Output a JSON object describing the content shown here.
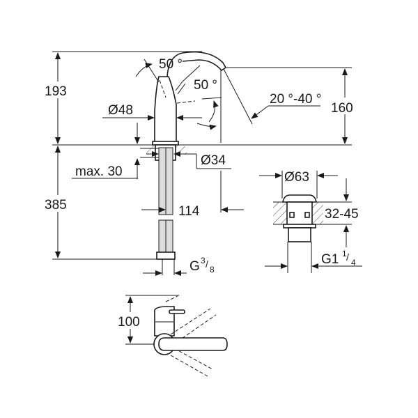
{
  "title": "Basin mixer dimension drawing",
  "dimensions": {
    "height_total": "193",
    "height_spout": "160",
    "below_deck": "385",
    "lever_angle_1": "50 °",
    "lever_angle_2": "50 °",
    "spout_swivel": "20 °-40 °",
    "body_diameter": "Ø48",
    "hole_diameter": "Ø34",
    "deck_thickness": "max. 30",
    "reach": "114",
    "connection": "G",
    "connection_frac_num": "3",
    "connection_frac_den": "8",
    "waste_diameter": "Ø63",
    "waste_range": "32-45",
    "waste_thread": "G1",
    "waste_frac_num": "1",
    "waste_frac_den": "4",
    "lever_reach": "100"
  }
}
